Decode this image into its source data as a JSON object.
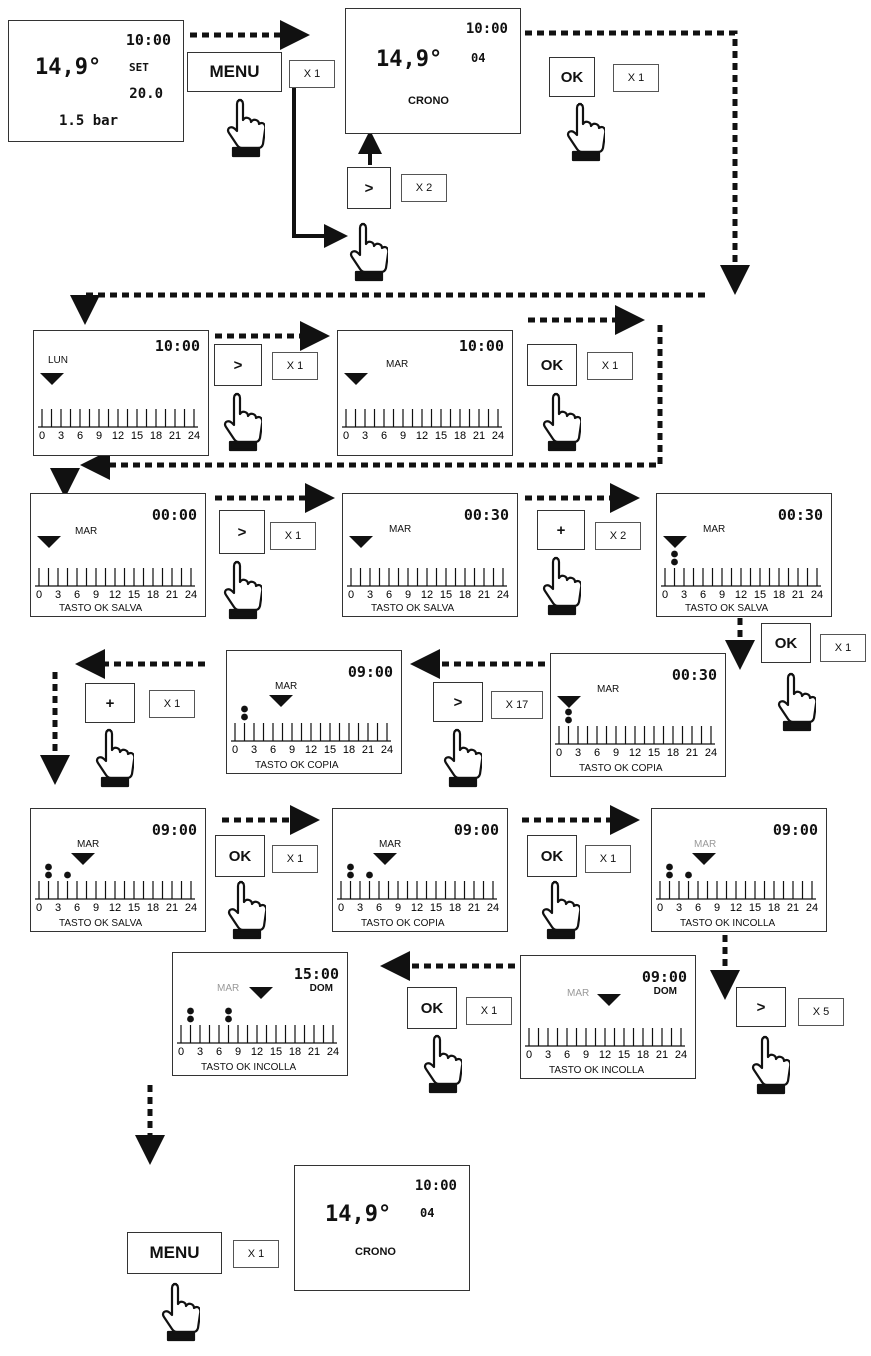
{
  "screens": {
    "home": {
      "time": "10:00",
      "temp": "14,9°",
      "set_label": "SET",
      "set_value": "20.0",
      "pressure": "1.5 bar"
    },
    "crono1": {
      "time": "10:00",
      "temp": "14,9°",
      "code": "04",
      "label": "CRONO"
    },
    "lun": {
      "time": "10:00",
      "day": "LUN"
    },
    "mar": {
      "time": "10:00",
      "day": "MAR"
    },
    "r3a": {
      "time": "00:00",
      "day": "MAR",
      "footer": "TASTO OK SALVA"
    },
    "r3b": {
      "time": "00:30",
      "day": "MAR",
      "footer": "TASTO OK SALVA"
    },
    "r3c": {
      "time": "00:30",
      "day": "MAR",
      "footer": "TASTO OK SALVA"
    },
    "r4a": {
      "time": "09:00",
      "day": "MAR",
      "footer": "TASTO OK COPIA"
    },
    "r4b": {
      "time": "00:30",
      "day": "MAR",
      "footer": "TASTO OK COPIA"
    },
    "r5a": {
      "time": "09:00",
      "day": "MAR",
      "footer": "TASTO OK SALVA"
    },
    "r5b": {
      "time": "09:00",
      "day": "MAR",
      "footer": "TASTO OK COPIA"
    },
    "r5c": {
      "time": "09:00",
      "day": "MAR",
      "footer": "TASTO OK INCOLLA"
    },
    "r6a": {
      "time": "15:00",
      "day": "MAR",
      "day2": "DOM",
      "footer": "TASTO OK INCOLLA"
    },
    "r6b": {
      "time": "09:00",
      "day": "MAR",
      "day2": "DOM",
      "footer": "TASTO OK INCOLLA"
    },
    "final": {
      "time": "10:00",
      "temp": "14,9°",
      "code": "04",
      "label": "CRONO"
    }
  },
  "axis_ticks": [
    "0",
    "3",
    "6",
    "9",
    "12",
    "15",
    "18",
    "21",
    "24"
  ],
  "buttons": {
    "menu1": {
      "label": "MENU",
      "count": "X 1"
    },
    "ok1": {
      "label": "OK",
      "count": "X 1"
    },
    "gt1": {
      "label": ">",
      "count": "X 2"
    },
    "gt2": {
      "label": ">",
      "count": "X 1"
    },
    "ok2": {
      "label": "OK",
      "count": "X 1"
    },
    "gt3": {
      "label": ">",
      "count": "X 1"
    },
    "plus1": {
      "label": "+",
      "count": "X 2"
    },
    "ok3": {
      "label": "OK",
      "count": "X 1"
    },
    "gt4": {
      "label": ">",
      "count": "X 17"
    },
    "plus2": {
      "label": "+",
      "count": "X 1"
    },
    "ok4": {
      "label": "OK",
      "count": "X 1"
    },
    "ok5": {
      "label": "OK",
      "count": "X 1"
    },
    "gt5": {
      "label": ">",
      "count": "X 5"
    },
    "ok6": {
      "label": "OK",
      "count": "X 1"
    },
    "menu2": {
      "label": "MENU",
      "count": "X 1"
    }
  }
}
